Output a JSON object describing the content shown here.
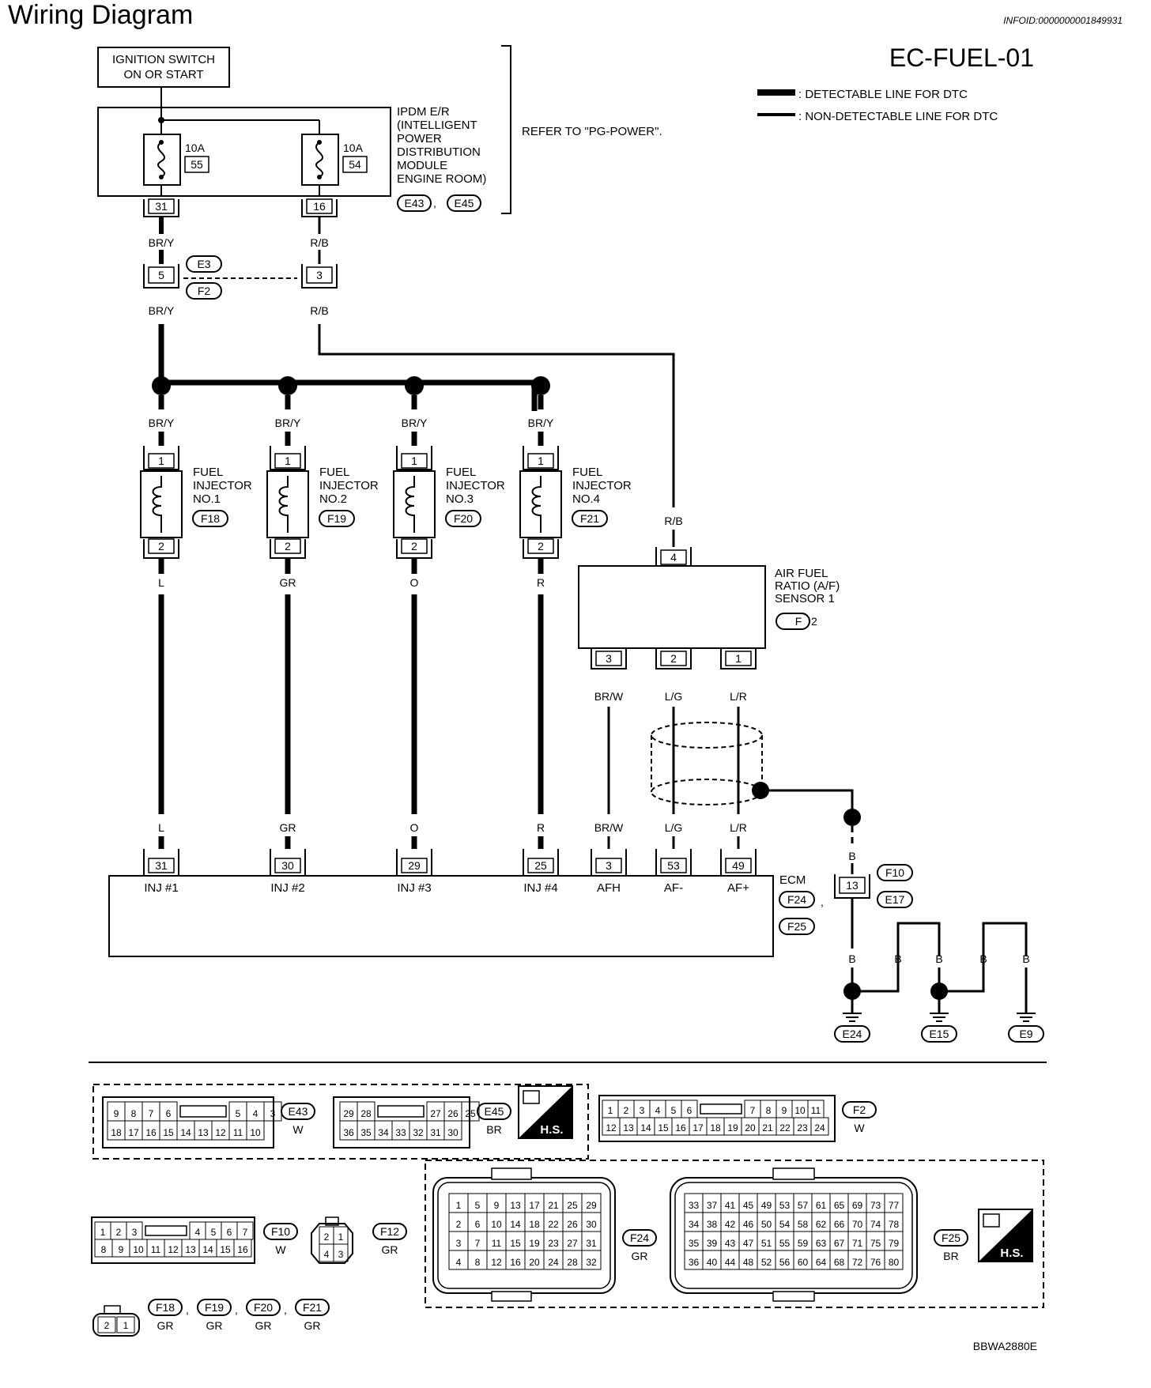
{
  "header": {
    "title": "Wiring Diagram",
    "info_id": "INFOID:0000000001849931",
    "diagram_code": "EC-FUEL-01",
    "figure_code": "BBWA2880E"
  },
  "legend": {
    "detectable": ": DETECTABLE LINE FOR DTC",
    "non_detectable": ": NON-DETECTABLE LINE FOR DTC"
  },
  "power": {
    "ignition_switch": [
      "IGNITION SWITCH",
      "ON OR START"
    ],
    "ipdm_label": [
      "IPDM E/R",
      "(INTELLIGENT",
      "POWER",
      "DISTRIBUTION",
      "MODULE",
      "ENGINE ROOM)"
    ],
    "ipdm_connectors": [
      "E43",
      "E45"
    ],
    "refer_note": "REFER TO \"PG-POWER\".",
    "fuses": [
      {
        "rating": "10A",
        "number": "55",
        "pin": "31",
        "wire": "BR/Y"
      },
      {
        "rating": "10A",
        "number": "54",
        "pin": "16",
        "wire": "R/B"
      }
    ]
  },
  "joint_connector": {
    "codes": [
      "E3",
      "F2"
    ],
    "pins": [
      "5",
      "3"
    ],
    "wires_below": [
      "BR/Y",
      "R/B"
    ]
  },
  "injectors": [
    {
      "name": [
        "FUEL",
        "INJECTOR",
        "NO.1"
      ],
      "connector": "F18",
      "pin_top": "1",
      "pin_bottom": "2",
      "wire_in": "BR/Y",
      "wire_out": "L",
      "ecm_pin": "31",
      "ecm_label": "INJ #1"
    },
    {
      "name": [
        "FUEL",
        "INJECTOR",
        "NO.2"
      ],
      "connector": "F19",
      "pin_top": "1",
      "pin_bottom": "2",
      "wire_in": "BR/Y",
      "wire_out": "GR",
      "ecm_pin": "30",
      "ecm_label": "INJ #2"
    },
    {
      "name": [
        "FUEL",
        "INJECTOR",
        "NO.3"
      ],
      "connector": "F20",
      "pin_top": "1",
      "pin_bottom": "2",
      "wire_in": "BR/Y",
      "wire_out": "O",
      "ecm_pin": "29",
      "ecm_label": "INJ #3"
    },
    {
      "name": [
        "FUEL",
        "INJECTOR",
        "NO.4"
      ],
      "connector": "F21",
      "pin_top": "1",
      "pin_bottom": "2",
      "wire_in": "BR/Y",
      "wire_out": "R",
      "ecm_pin": "25",
      "ecm_label": "INJ #4"
    }
  ],
  "af_sensor": {
    "label": [
      "AIR FUEL",
      "RATIO (A/F)",
      "SENSOR 1"
    ],
    "connector": "F",
    "connector_suffix": "2",
    "supply_pin": "4",
    "supply_wire": "R/B",
    "outputs": [
      {
        "pin": "3",
        "wire": "BR/W",
        "ecm_pin": "3",
        "ecm_label": "AFH"
      },
      {
        "pin": "2",
        "wire": "L/G",
        "ecm_pin": "53",
        "ecm_label": "AF-"
      },
      {
        "pin": "1",
        "wire": "L/R",
        "ecm_pin": "49",
        "ecm_label": "AF+"
      }
    ]
  },
  "ecm": {
    "label": "ECM",
    "connectors": [
      "F24",
      "F25"
    ]
  },
  "ground": {
    "wire": "B",
    "joint_pin": "13",
    "joint_connectors": [
      "F10",
      "E17"
    ],
    "grounds": [
      "E24",
      "E15",
      "E9"
    ]
  },
  "connector_views": {
    "E43": {
      "code": "E43",
      "color": "W",
      "top": [
        "9",
        "8",
        "7",
        "6",
        "",
        "5",
        "4",
        "3"
      ],
      "bottom": [
        "18",
        "17",
        "16",
        "15",
        "14",
        "13",
        "12",
        "11",
        "10"
      ]
    },
    "E45": {
      "code": "E45",
      "color": "BR",
      "top": [
        "29",
        "28",
        "",
        "27",
        "26",
        "25"
      ],
      "bottom": [
        "36",
        "35",
        "34",
        "33",
        "32",
        "31",
        "30"
      ]
    },
    "F2": {
      "code": "F2",
      "color": "W",
      "top": [
        "1",
        "2",
        "3",
        "4",
        "5",
        "6",
        "",
        "7",
        "8",
        "9",
        "10",
        "11"
      ],
      "bottom": [
        "12",
        "13",
        "14",
        "15",
        "16",
        "17",
        "18",
        "19",
        "20",
        "21",
        "22",
        "23",
        "24"
      ]
    },
    "F10": {
      "code": "F10",
      "color": "W",
      "top": [
        "1",
        "2",
        "3",
        "",
        "4",
        "5",
        "6",
        "7"
      ],
      "bottom": [
        "8",
        "9",
        "10",
        "11",
        "12",
        "13",
        "14",
        "15",
        "16"
      ]
    },
    "F12": {
      "code": "F12",
      "color": "GR",
      "pins": [
        "2",
        "1",
        "4",
        "3"
      ]
    },
    "F24": {
      "code": "F24",
      "color": "GR",
      "rows": [
        [
          "1",
          "5",
          "9",
          "13",
          "17",
          "21",
          "25",
          "29"
        ],
        [
          "2",
          "6",
          "10",
          "14",
          "18",
          "22",
          "26",
          "30"
        ],
        [
          "3",
          "7",
          "11",
          "15",
          "19",
          "23",
          "27",
          "31"
        ],
        [
          "4",
          "8",
          "12",
          "16",
          "20",
          "24",
          "28",
          "32"
        ]
      ]
    },
    "F25": {
      "code": "F25",
      "color": "BR",
      "rows": [
        [
          "33",
          "37",
          "41",
          "45",
          "49",
          "53",
          "57",
          "61",
          "65",
          "69",
          "73",
          "77"
        ],
        [
          "34",
          "38",
          "42",
          "46",
          "50",
          "54",
          "58",
          "62",
          "66",
          "70",
          "74",
          "78"
        ],
        [
          "35",
          "39",
          "43",
          "47",
          "51",
          "55",
          "59",
          "63",
          "67",
          "71",
          "75",
          "79"
        ],
        [
          "36",
          "40",
          "44",
          "48",
          "52",
          "56",
          "60",
          "64",
          "68",
          "72",
          "76",
          "80"
        ]
      ]
    },
    "injector_conn": {
      "pins": [
        "2",
        "1"
      ],
      "codes": [
        "F18",
        "F19",
        "F20",
        "F21"
      ],
      "color": "GR"
    },
    "hs_label": "H.S."
  }
}
